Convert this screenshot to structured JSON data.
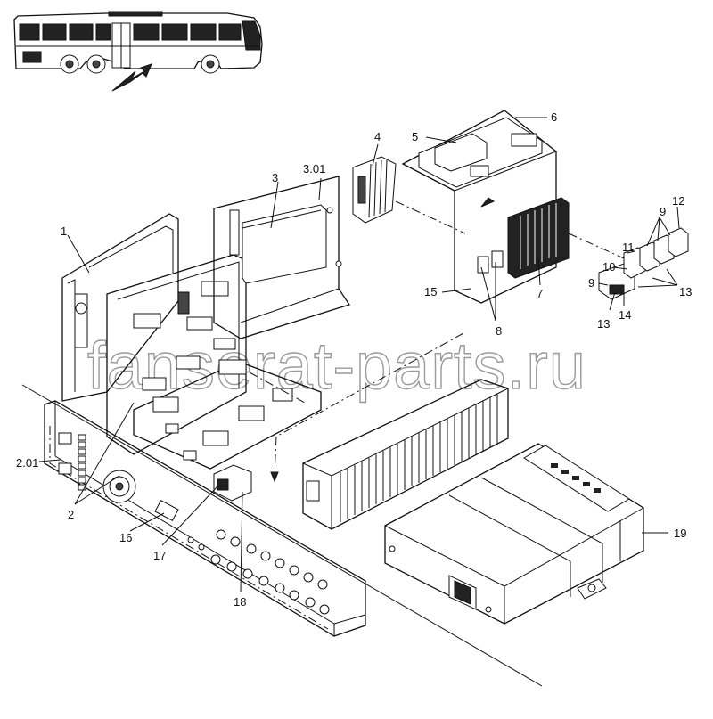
{
  "watermark": "fanserat-parts.ru",
  "callouts": {
    "c1": "1",
    "c2": "2",
    "c201": "2.01",
    "c3": "3",
    "c301": "3.01",
    "c4": "4",
    "c5": "5",
    "c6": "6",
    "c7": "7",
    "c8": "8",
    "c9a": "9",
    "c9b": "9",
    "c10": "10",
    "c11": "11",
    "c12": "12",
    "c13a": "13",
    "c13b": "13",
    "c14": "14",
    "c15": "15",
    "c16": "16",
    "c17": "17",
    "c18": "18",
    "c19": "19"
  }
}
